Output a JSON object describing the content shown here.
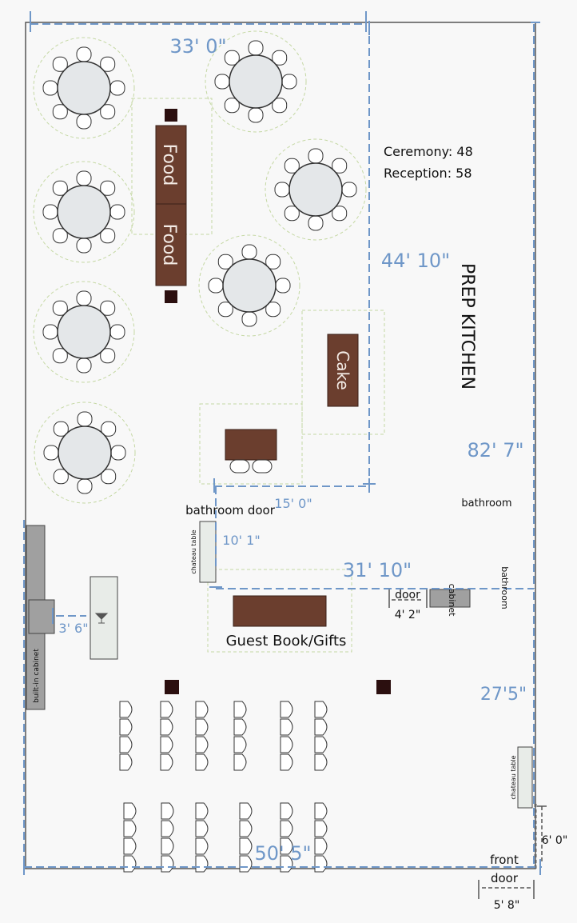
{
  "capacity": {
    "ceremony": "Ceremony: 48",
    "reception": "Reception: 58"
  },
  "rooms": {
    "prep_kitchen": "PREP KITCHEN",
    "bathroom": "bathroom",
    "bathroom_vertical": "bathroom"
  },
  "tables": {
    "food_1": "Food",
    "food_2": "Food",
    "cake": "Cake",
    "guest_book": "Guest Book/Gifts"
  },
  "labels": {
    "bathroom_door": "bathroom door",
    "chateau_table": "chateau table",
    "chateau_table_right": "chateau table",
    "built_in_cabinet": "built-in cabinet",
    "cabinet": "cabinet",
    "door": "door",
    "front_door_1": "front",
    "front_door_2": "door"
  },
  "dimensions": {
    "top_width": "33' 0\"",
    "kitchen_height": "44' 10\"",
    "total_height": "82' 7\"",
    "inner_width": "15' 0\"",
    "inner_height": "10' 1\"",
    "mid_width": "31' 10\"",
    "bar_offset": "3' 6\"",
    "door_width": "4' 2\"",
    "lower_height": "27'5\"",
    "bottom_width": "50' 5\"",
    "front_offset": "6' 0\"",
    "front_door_width": "5' 8\""
  },
  "colors": {
    "wall": "#555555",
    "dimension": "#6f97c8",
    "table_brown": "#6b3e2e",
    "round_table": "#e4e7e9",
    "zone_dash": "#c5d8a4",
    "cabinet_gray": "#a0a0a0"
  }
}
